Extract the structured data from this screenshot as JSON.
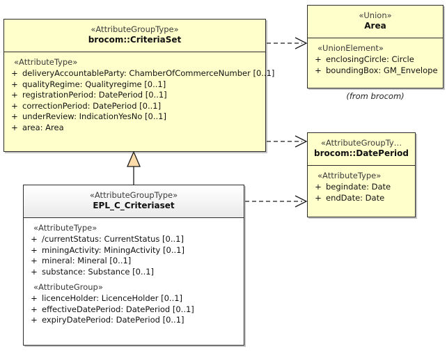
{
  "diagram": {
    "type": "uml-class-diagram",
    "background": "#ffffff",
    "colors": {
      "class_fill_yellow": "#ffffcc",
      "class_fill_white": "#ffffff",
      "border": "#2b2b2b",
      "generalization_triangle_fill": "#ffddaa",
      "text": "#111111"
    }
  },
  "classes": {
    "criteriaset": {
      "stereotype": "«AttributeGroupType»",
      "name": "brocom::CriteriaSet",
      "compartments": [
        {
          "stereotype": "«AttributeType»",
          "attributes": [
            {
              "visibility": "+",
              "text": "deliveryAccountableParty: ChamberOfCommerceNumber [0..1]"
            },
            {
              "visibility": "+",
              "text": "qualityRegime: Qualityregime [0..1]"
            },
            {
              "visibility": "+",
              "text": "registrationPeriod: DatePeriod [0..1]"
            },
            {
              "visibility": "+",
              "text": "correctionPeriod: DatePeriod [0..1]"
            },
            {
              "visibility": "+",
              "text": "underReview: IndicationYesNo [0..1]"
            },
            {
              "visibility": "+",
              "text": "area: Area"
            }
          ]
        }
      ]
    },
    "area": {
      "stereotype": "«Union»",
      "name": "Area",
      "compartments": [
        {
          "stereotype": "«UnionElement»",
          "attributes": [
            {
              "visibility": "+",
              "text": "enclosingCircle: Circle"
            },
            {
              "visibility": "+",
              "text": "boundingBox: GM_Envelope"
            }
          ]
        }
      ],
      "note": "(from brocom)"
    },
    "dateperiod": {
      "stereotype": "«AttributeGroupTy…",
      "name": "brocom::DatePeriod",
      "compartments": [
        {
          "stereotype": "«AttributeType»",
          "attributes": [
            {
              "visibility": "+",
              "text": "begindate: Date"
            },
            {
              "visibility": "+",
              "text": "endDate: Date"
            }
          ]
        }
      ]
    },
    "epl": {
      "stereotype": "«AttributeGroupType»",
      "name": "EPL_C_Criteriaset",
      "compartments": [
        {
          "stereotype": "«AttributeType»",
          "attributes": [
            {
              "visibility": "+",
              "text": "/currentStatus: CurrentStatus [0..1]"
            },
            {
              "visibility": "+",
              "text": "miningActivity: MiningActivity [0..1]"
            },
            {
              "visibility": "+",
              "text": "mineral: Mineral [0..1]"
            },
            {
              "visibility": "+",
              "text": "substance: Substance [0..1]"
            }
          ]
        },
        {
          "stereotype": "«AttributeGroup»",
          "attributes": [
            {
              "visibility": "+",
              "text": "licenceHolder: LicenceHolder [0..1]"
            },
            {
              "visibility": "+",
              "text": "effectiveDatePeriod: DatePeriod [0..1]"
            },
            {
              "visibility": "+",
              "text": "expiryDatePeriod: DatePeriod [0..1]"
            }
          ]
        }
      ]
    }
  },
  "relationships": [
    {
      "kind": "dependency",
      "from": "brocom::CriteriaSet",
      "to": "Area",
      "style": "dashed-open-arrow"
    },
    {
      "kind": "dependency",
      "from": "brocom::CriteriaSet",
      "to": "brocom::DatePeriod",
      "style": "dashed-open-arrow"
    },
    {
      "kind": "dependency",
      "from": "EPL_C_Criteriaset",
      "to": "brocom::DatePeriod",
      "style": "dashed-open-arrow"
    },
    {
      "kind": "generalization",
      "from": "EPL_C_Criteriaset",
      "to": "brocom::CriteriaSet",
      "style": "solid-hollow-triangle"
    }
  ]
}
